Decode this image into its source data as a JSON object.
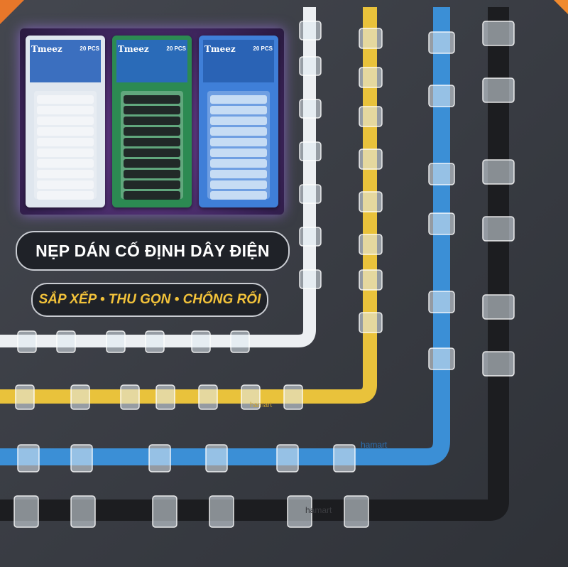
{
  "banner": {
    "title": "NẸP DÁN CỐ ĐỊNH DÂY ĐIỆN",
    "subtitle": "SẮP XẾP • THU GỌN • CHỐNG RỐI"
  },
  "packages": [
    {
      "brand": "Tmeez",
      "count": "20 PCS",
      "color": "#dfe6ee",
      "clip_color": "#f4f6f8",
      "head_color": "#3b6fbf"
    },
    {
      "brand": "Tmeez",
      "count": "20 PCS",
      "color": "#2c8a52",
      "clip_color": "#1b1c1f",
      "head_color": "#2a6bb8"
    },
    {
      "brand": "Tmeez",
      "count": "20 PCS",
      "color": "#3f7fd8",
      "clip_color": "#cfe2f6",
      "head_color": "#2a63b5"
    }
  ],
  "watermark": "hamart",
  "colors": {
    "white_cable": "#eceff2",
    "yellow_cable": "#e9c23b",
    "blue_cable": "#3b8fd6",
    "black_cable": "#1c1d20",
    "accent_orange": "#e8772a",
    "clip": "#d9e2ea"
  }
}
